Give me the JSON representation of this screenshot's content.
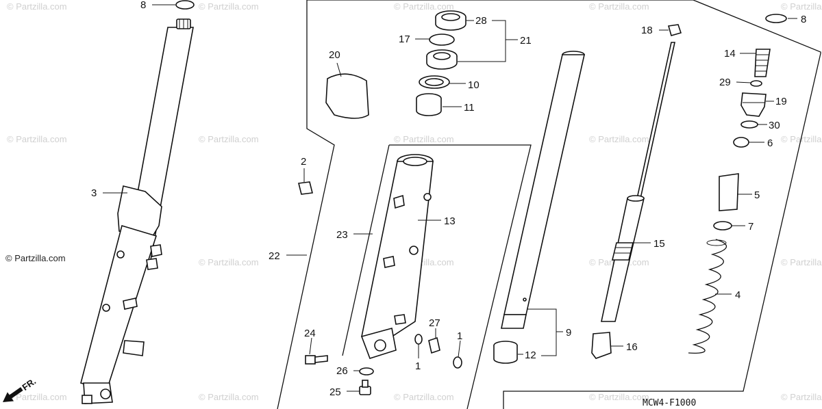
{
  "watermark": {
    "text": "© Partzilla.com"
  },
  "diagram_code": "MCW4-F1000",
  "direction_label": "FR.",
  "callouts": {
    "c8a": "8",
    "c8b": "8",
    "c28": "28",
    "c17": "17",
    "c21": "21",
    "c10": "10",
    "c11": "11",
    "c20": "20",
    "c18": "18",
    "c14": "14",
    "c29": "29",
    "c19": "19",
    "c30": "30",
    "c6": "6",
    "c2": "2",
    "c3": "3",
    "c13": "13",
    "c23": "23",
    "c22": "22",
    "c5": "5",
    "c7": "7",
    "c15": "15",
    "c4": "4",
    "c9": "9",
    "c12": "12",
    "c16": "16",
    "c27": "27",
    "c1a": "1",
    "c1b": "1",
    "c24": "24",
    "c26": "26",
    "c25": "25"
  }
}
